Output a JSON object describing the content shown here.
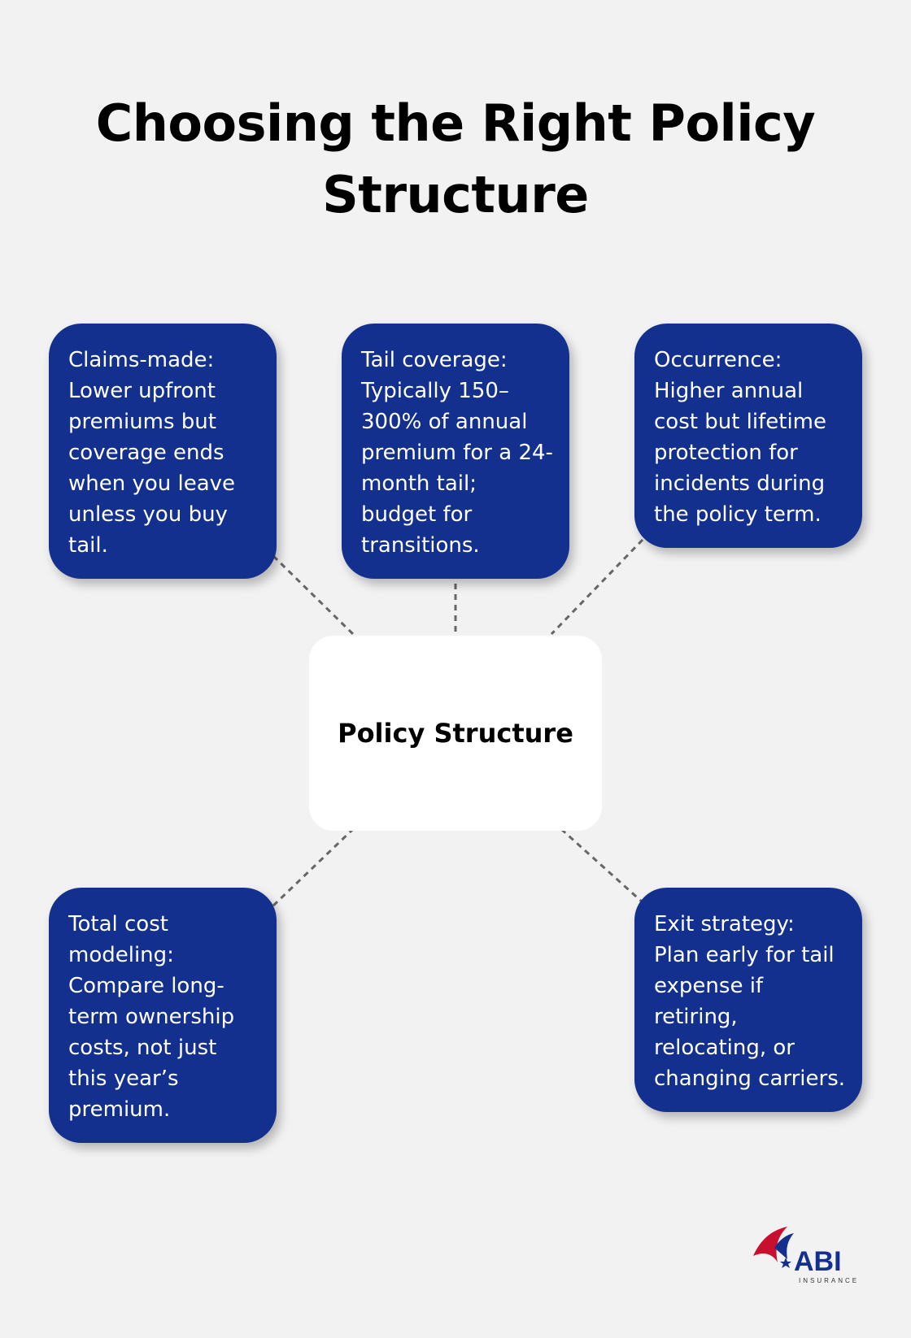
{
  "title": "Choosing the Right Policy Structure",
  "center": {
    "label": "Policy Structure"
  },
  "cards": [
    "Claims-made: Lower upfront premiums but coverage ends when you leave unless you buy tail.",
    "Tail coverage: Typically 150–300% of annual premium for a 24-month tail; budget for transitions.",
    "Occurrence: Higher annual cost but lifetime protection for incidents during the policy term.",
    "Total cost modeling: Compare long-term ownership costs, not just this year’s premium.",
    "Exit strategy: Plan early for tail expense if retiring, relocating, or changing carriers."
  ],
  "logo": {
    "name": "ABI",
    "subtitle": "INSURANCE"
  },
  "colors": {
    "card": "#13308f",
    "background": "#f2f2f2",
    "logo_red": "#c8102e"
  }
}
